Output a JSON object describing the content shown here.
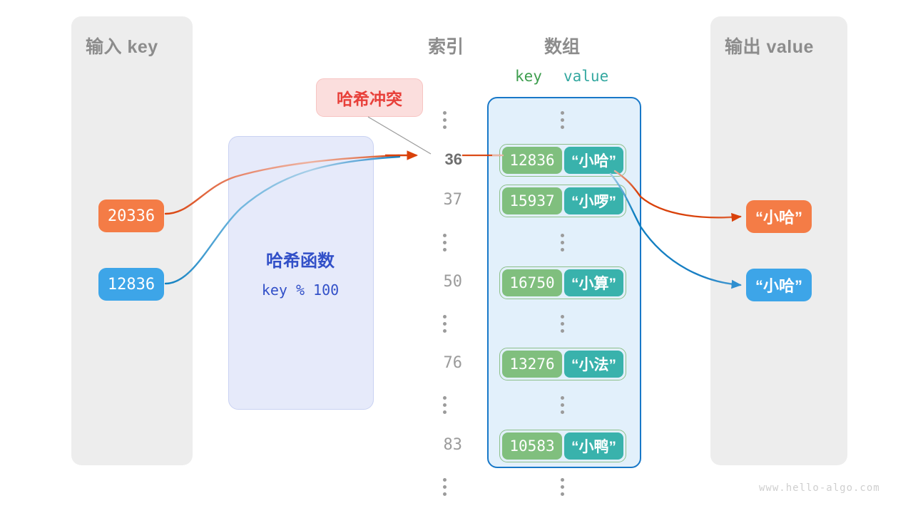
{
  "watermark": "www.hello-algo.com",
  "input_panel": {
    "title": "输入 key",
    "keys": [
      {
        "label": "20336",
        "color": "#f47c46"
      },
      {
        "label": "12836",
        "color": "#3da5e8"
      }
    ]
  },
  "hash_function": {
    "title": "哈希函数",
    "formula": "key % 100",
    "fill": "#e6eafa",
    "text_color": "#3250c8"
  },
  "collision": {
    "label": "哈希冲突",
    "fill": "#fbdedd",
    "text_color": "#e8403a"
  },
  "array_section": {
    "index_heading": "索引",
    "array_heading": "数组",
    "key_heading": "key",
    "value_heading": "value",
    "key_color": "#3e9e4f",
    "value_color": "#34a8a0",
    "container_fill": "#e2f0fb",
    "container_border": "#1878c8",
    "rows": [
      {
        "type": "dots",
        "index": ""
      },
      {
        "type": "cell",
        "index": "36",
        "highlight": true,
        "key": "12836",
        "value": "“小哈”"
      },
      {
        "type": "cell",
        "index": "37",
        "highlight": false,
        "key": "15937",
        "value": "“小啰”"
      },
      {
        "type": "dots",
        "index": ""
      },
      {
        "type": "cell",
        "index": "50",
        "highlight": false,
        "key": "16750",
        "value": "“小算”"
      },
      {
        "type": "dots",
        "index": ""
      },
      {
        "type": "cell",
        "index": "76",
        "highlight": false,
        "key": "13276",
        "value": "“小法”"
      },
      {
        "type": "dots",
        "index": ""
      },
      {
        "type": "cell",
        "index": "83",
        "highlight": false,
        "key": "10583",
        "value": "“小鸭”"
      },
      {
        "type": "dots",
        "index": ""
      }
    ]
  },
  "output_panel": {
    "title": "输出 value",
    "values": [
      {
        "label": "“小哈”",
        "color": "#f47c46"
      },
      {
        "label": "“小哈”",
        "color": "#3da5e8"
      }
    ]
  }
}
